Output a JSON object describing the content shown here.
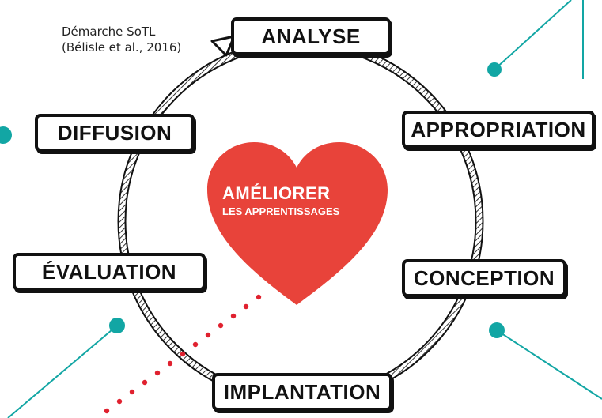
{
  "caption": {
    "line1": "Démarche SoTL",
    "line2": "(Bélisle et al., 2016)"
  },
  "stages": {
    "analyse": "ANALYSE",
    "appropriation": "APPROPRIATION",
    "conception": "CONCEPTION",
    "implantation": "IMPLANTATION",
    "evaluation": "ÉVALUATION",
    "diffusion": "DIFFUSION"
  },
  "center": {
    "line1": "AMÉLIORER",
    "line2": "LES APPRENTISSAGES"
  },
  "colors": {
    "heart": "#E8433A",
    "teal": "#12A6A4",
    "dots": "#E0212F",
    "ink": "#111111"
  }
}
